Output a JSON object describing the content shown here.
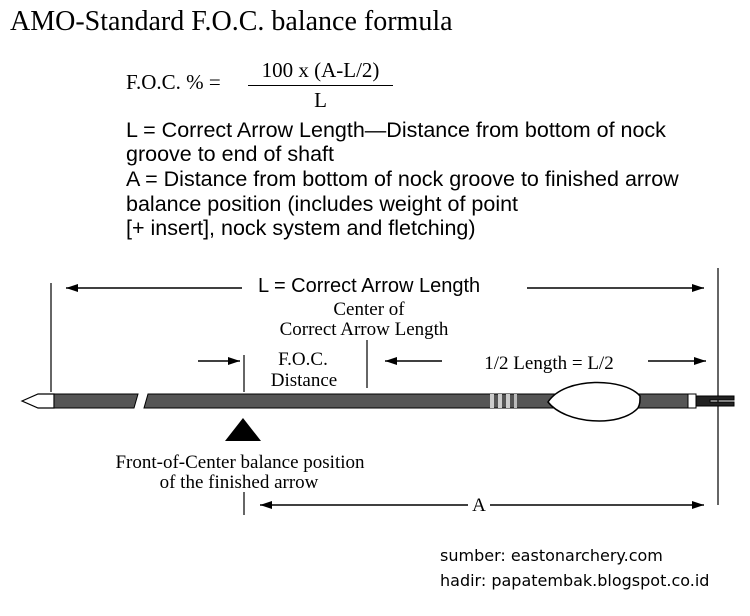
{
  "title": "AMO-Standard  F.O.C.  balance  formula",
  "formula": {
    "label": "F.O.C. % =",
    "numerator": "100 x (A-L/2)",
    "denominator": "L"
  },
  "definitions": {
    "l_line1": "L = Correct Arrow Length—Distance from bottom of nock",
    "l_line2": "groove to end of shaft",
    "a_line1": "A = Distance from bottom of nock groove to finished arrow",
    "a_line2": "balance position (includes weight of point",
    "a_line3": "[+ insert], nock system and fletching)"
  },
  "diagram": {
    "correct_length_label": "L = Correct Arrow Length",
    "center_line1": "Center of",
    "center_line2": "Correct Arrow Length",
    "foc_line1": "F.O.C.",
    "foc_line2": "Distance",
    "half_length_label": "1/2 Length = L/2",
    "balance_line1": "Front-of-Center balance position",
    "balance_line2": "of the finished arrow",
    "a_label": "A"
  },
  "credits": {
    "source": "sumber: eastonarchery.com",
    "presenter": "hadir: papatembak.blogspot.co.id"
  }
}
